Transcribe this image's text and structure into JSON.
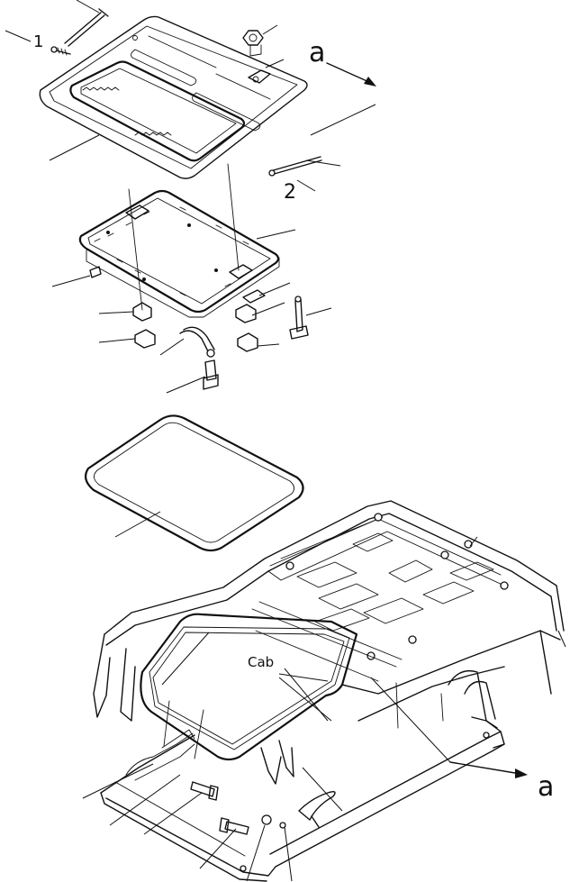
{
  "labels": {
    "view_a_top": "a",
    "view_a_bottom": "a",
    "item_1": "1",
    "item_2": "2",
    "cab": "Cab"
  }
}
